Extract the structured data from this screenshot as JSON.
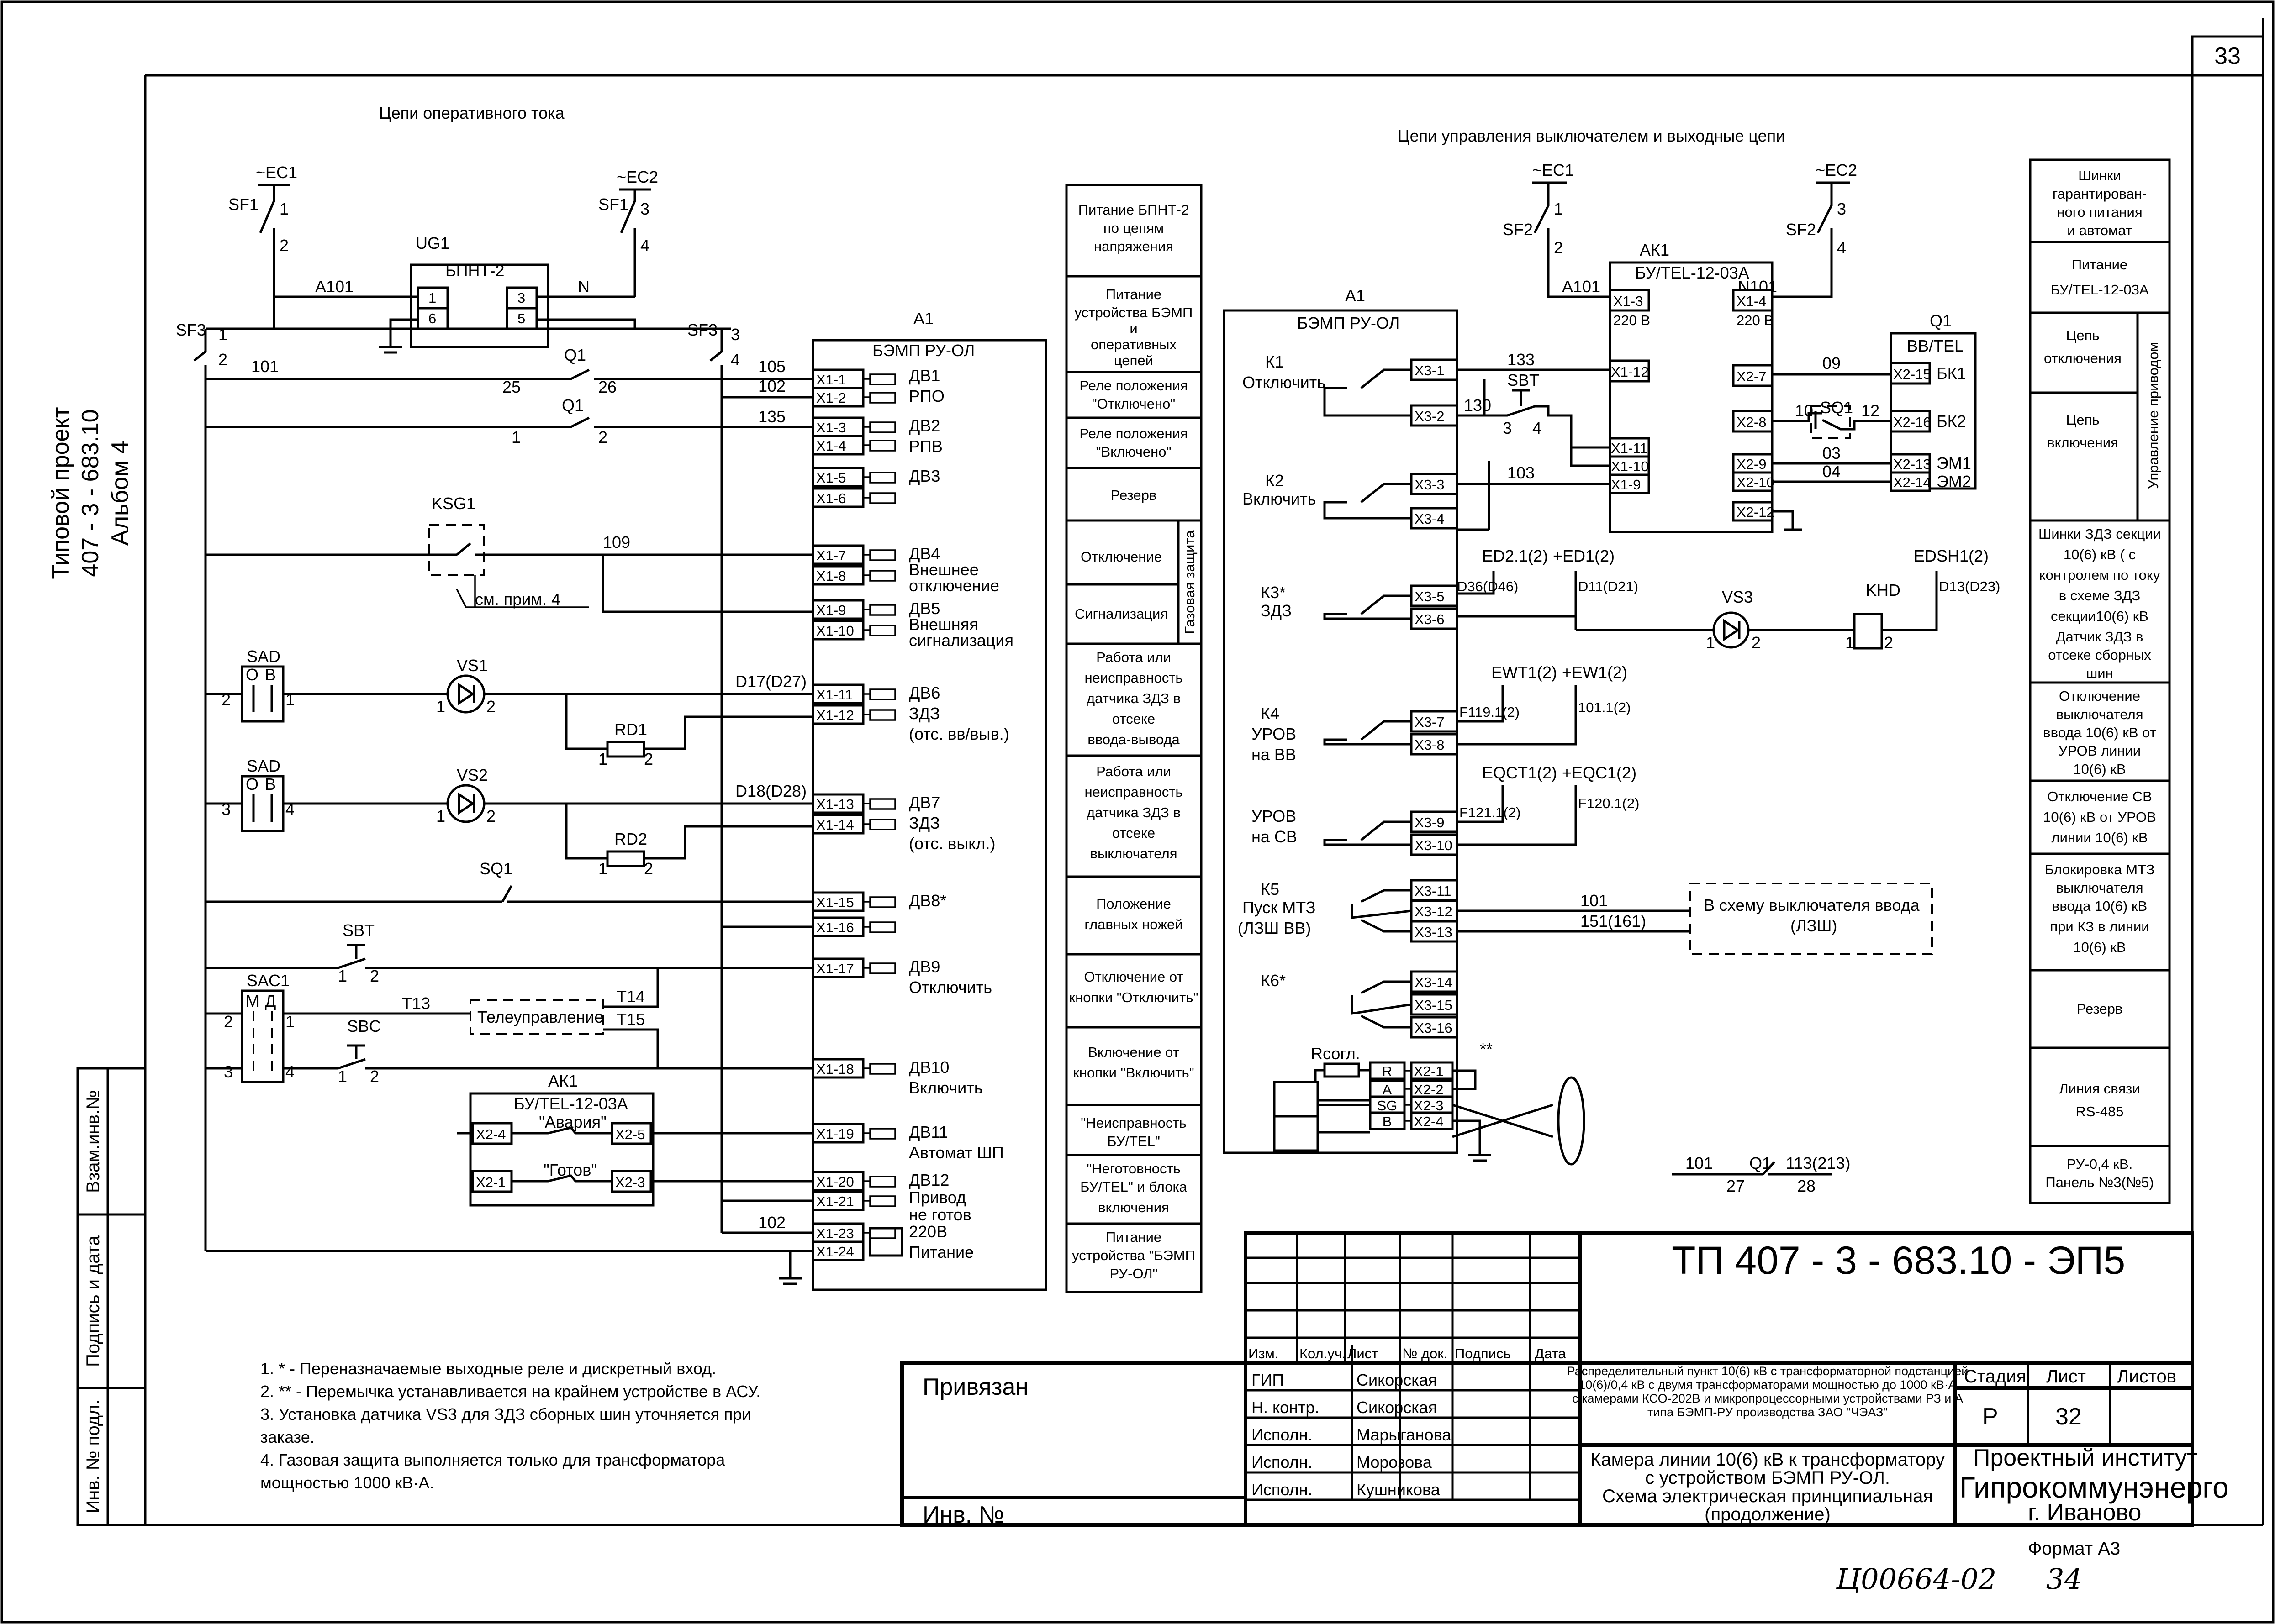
{
  "sheet_number": "33",
  "left_margin": {
    "project_line1": "Типовой проект",
    "project_line2": "407 - 3 - 683.10",
    "project_line3": "Альбом  4",
    "stamp_labels": [
      "Взам.инв.№",
      "Подпись и дата",
      "Инв. № подл."
    ]
  },
  "headers": {
    "left": "Цепи оперативного тока",
    "right": "Цепи управления выключателем и выходные цепи"
  },
  "left_circuit": {
    "sources": [
      "~ЕС1",
      "~ЕС2"
    ],
    "breaker_sf1": [
      "SF1",
      "1",
      "2",
      "SF1",
      "3",
      "4"
    ],
    "ug1": {
      "label": "UG1",
      "name": "БПНТ-2",
      "pins": [
        "1",
        "6",
        "3",
        "5"
      ]
    },
    "wires": [
      "А101",
      "N",
      "101",
      "25",
      "26",
      "1",
      "2",
      "105",
      "102",
      "135",
      "109",
      "D17(D27)",
      "D18(D28)",
      "102",
      "Т13",
      "Т14",
      "Т15"
    ],
    "sf3": [
      "SF3",
      "1",
      "2",
      "SF3",
      "3",
      "4"
    ],
    "q1": [
      "Q1",
      "Q1"
    ],
    "ksg1": "KSG1",
    "ksg1_note": "см. прим. 4",
    "sad": [
      "SAD",
      "О",
      "В",
      "2",
      "1",
      "SAD",
      "О",
      "В",
      "3",
      "4"
    ],
    "vs": [
      "VS1",
      "1",
      "2",
      "VS2",
      "1",
      "2"
    ],
    "rd": [
      "RD1",
      "1",
      "2",
      "RD2",
      "1",
      "2"
    ],
    "sq1": "SQ1",
    "sbt": [
      "SBT",
      "1",
      "2"
    ],
    "sac1": [
      "SAC1",
      "М",
      "Д",
      "2",
      "1",
      "3",
      "4"
    ],
    "sbc": [
      "SBC",
      "1",
      "2"
    ],
    "teleupr": "Телеуправление",
    "ak1": {
      "label": "АК1",
      "name": "БУ/TEL-12-03А",
      "alarm": "\"Авария\"",
      "ready": "\"Готов\"",
      "pins": [
        "X2-4",
        "X2-5",
        "X2-1",
        "X2-3"
      ]
    }
  },
  "a1_left": {
    "label": "А1",
    "name": "БЭМП РУ-ОЛ",
    "terminals": [
      "X1-1",
      "X1-2",
      "X1-3",
      "X1-4",
      "X1-5",
      "X1-6",
      "X1-7",
      "X1-8",
      "X1-9",
      "X1-10",
      "X1-11",
      "X1-12",
      "X1-13",
      "X1-14",
      "X1-15",
      "X1-16",
      "X1-17",
      "X1-18",
      "X1-19",
      "X1-20",
      "X1-21",
      "X1-23",
      "X1-24"
    ],
    "inputs": [
      "ДВ1",
      "РПО",
      "ДВ2",
      "РПВ",
      "ДВ3",
      "ДВ4",
      "Внешнее",
      "отключение",
      "ДВ5",
      "Внешняя",
      "сигнализация",
      "ДВ6",
      "ЗДЗ",
      "(отс. вв/выв.)",
      "ДВ7",
      "ЗДЗ",
      "(отс. выкл.)",
      "ДВ8*",
      "ДВ9",
      "Отключить",
      "ДВ10",
      "Включить",
      "ДВ11",
      "Автомат ШП",
      "ДВ12",
      "Привод",
      "не готов",
      "220В",
      "Питание"
    ]
  },
  "mid_table": [
    "Питание БПНТ-2",
    "по цепям",
    "напряжения",
    "Питание",
    "устройства БЭМП",
    "и",
    "оперативных",
    "цепей",
    "Реле положения",
    "\"Отключено\"",
    "Реле положения",
    "\"Включено\"",
    "Резерв",
    "Отключение",
    "Сигнализация",
    "Газовая защита",
    "Работа или",
    "неисправность",
    "датчика ЗДЗ в",
    "отсеке",
    "ввода-вывода",
    "Работа или",
    "неисправность",
    "датчика ЗДЗ в",
    "отсеке",
    "выключателя",
    "Положение",
    "главных ножей",
    "Отключение от",
    "кнопки \"Отключить\"",
    "Включение от",
    "кнопки \"Включить\"",
    "\"Неисправность",
    "БУ/TEL\"",
    "\"Неготовность",
    "БУ/TEL\" и блока",
    "включения",
    "Питание",
    "устройства \"БЭМП",
    "РУ-ОЛ\""
  ],
  "right_circuit": {
    "sources": [
      "~ЕС1",
      "~ЕС2"
    ],
    "sf2": [
      "SF2",
      "1",
      "2",
      "SF2",
      "3",
      "4"
    ],
    "wires": [
      "А101",
      "N101",
      "133",
      "130",
      "103",
      "09",
      "10",
      "12",
      "03",
      "04",
      "101",
      "151(161)"
    ],
    "ak1": {
      "label": "АК1",
      "name": "БУ/TEL-12-03А",
      "pins": [
        "X1-3",
        "220 В",
        "X1-4",
        "220 В",
        "X1-12",
        "X1-11",
        "X1-10",
        "X1-9",
        "X2-7",
        "X2-8",
        "X2-9",
        "X2-10",
        "X2-12"
      ]
    },
    "q1": {
      "label": "Q1",
      "name": "ВВ/TEL",
      "pins": [
        "X2-15",
        "X2-16",
        "X2-13",
        "X2-14"
      ],
      "outs": [
        "БК1",
        "БК2",
        "ЭМ1",
        "ЭМ2"
      ]
    },
    "sbt": [
      "SBT",
      "3",
      "4"
    ],
    "sq1": "SQ1",
    "a1": {
      "label": "А1",
      "name": "БЭМП РУ-ОЛ"
    },
    "relays": [
      "К1",
      "Отключить",
      "К2",
      "Включить",
      "К3*",
      "ЗДЗ",
      "К4",
      "УРОВ",
      "на ВВ",
      "УРОВ",
      "на СВ",
      "К5",
      "Пуск МТЗ",
      "(ЛЗШ ВВ)",
      "К6*"
    ],
    "x3": [
      "X3-1",
      "X3-2",
      "X3-3",
      "X3-4",
      "X3-5",
      "X3-6",
      "X3-7",
      "X3-8",
      "X3-9",
      "X3-10",
      "X3-11",
      "X3-12",
      "X3-13",
      "X3-14",
      "X3-15",
      "X3-16"
    ],
    "ext": [
      "ED2.1(2)",
      "+ED1(2)",
      "D36(D46)",
      "D11(D21)",
      "VS3",
      "1",
      "2",
      "KHD",
      "1",
      "2",
      "EDSH1(2)",
      "D13(D23)",
      "EWT1(2)",
      "+EW1(2)",
      "F119.1(2)",
      "101.1(2)",
      "EQCT1(2)",
      "+EQC1(2)",
      "F121.1(2)",
      "F120.1(2)"
    ],
    "vv_scheme": [
      "В схему выключателя ввода",
      "(ЛЗШ)"
    ],
    "rs485": {
      "r": "Rсогл.",
      "rows": [
        "R",
        "А",
        "SG",
        "В"
      ],
      "pins": [
        "X2-1",
        "X2-2",
        "X2-3",
        "X2-4"
      ],
      "star": "**"
    },
    "q1_contact": [
      "101",
      "Q1",
      "113(213)",
      "27",
      "28"
    ]
  },
  "right_table": [
    "Шинки",
    "гарантирован-",
    "ного питания",
    "и автомат",
    "Питание",
    "БУ/TEL-12-03А",
    "Цепь",
    "отключения",
    "Цепь",
    "включения",
    "Управление приводом",
    "Шинки ЗДЗ секции",
    "10(6) кВ ( с",
    "контролем по току",
    "в схеме ЗДЗ",
    "секции10(6) кВ",
    "Датчик ЗДЗ в",
    "отсеке сборных",
    "шин",
    "Отключение",
    "выключателя",
    "ввода 10(6) кВ от",
    "УРОВ линии",
    "10(6) кВ",
    "Отключение СВ",
    "10(6) кВ от УРОВ",
    "линии 10(6) кВ",
    "Блокировка МТЗ",
    "выключателя",
    "ввода 10(6) кВ",
    "при КЗ в линии",
    "10(6) кВ",
    "Резерв",
    "Линия связи",
    "RS-485",
    "РУ-0,4 кВ.",
    "Панель №3(№5)"
  ],
  "notes": [
    "1.  * - Переназначаемые выходные реле и дискретный вход.",
    "2. ** - Перемычка устанавливается на крайнем устройстве в АСУ.",
    "3.  Установка датчика VS3 для ЗДЗ сборных шин уточняется     при",
    "заказе.",
    "4.  Газовая защита выполняется только для трансформатора",
    "мощностью 1000 кВ·А."
  ],
  "title_block": {
    "privyazan": "Привязан",
    "inv_no": "Инв. №",
    "designation": "ТП  407 - 3 - 683.10 - ЭП5",
    "col_heads": [
      "Изм.",
      "Кол.уч.",
      "Лист",
      "№ док.",
      "Подпись",
      "Дата"
    ],
    "roles": [
      "ГИП",
      "Н. контр.",
      "Исполн.",
      "Исполн.",
      "Исполн."
    ],
    "names": [
      "Сикорская",
      "Сикорская",
      "Марыганова",
      "Морозова",
      "Кушникова"
    ],
    "object": [
      "Распределительный пункт 10(6) кВ с трансформаторной подстанцией",
      "10(6)/0,4 кВ с двумя трансформаторами мощностью до 1000 кВ·А",
      "с камерами КСО-202В и микропроцессорными устройствами РЗ и А",
      "типа БЭМП-РУ производства ЗАО \"ЧЭАЗ\""
    ],
    "sheet_title": [
      "Камера линии 10(6) кВ к трансформатору",
      "с устройством БЭМП РУ-ОЛ.",
      "Схема электрическая принципиальная",
      "(продолжение)"
    ],
    "stage_head": "Стадия",
    "sheet_head": "Лист",
    "sheets_head": "Листов",
    "stage": "Р",
    "sheet": "32",
    "institute": [
      "Проектный институт",
      "Гипрокоммунэнерго",
      "г. Иваново"
    ],
    "format": "Формат А3",
    "handwritten": "Ц00664-02",
    "handwritten_page": "34"
  }
}
